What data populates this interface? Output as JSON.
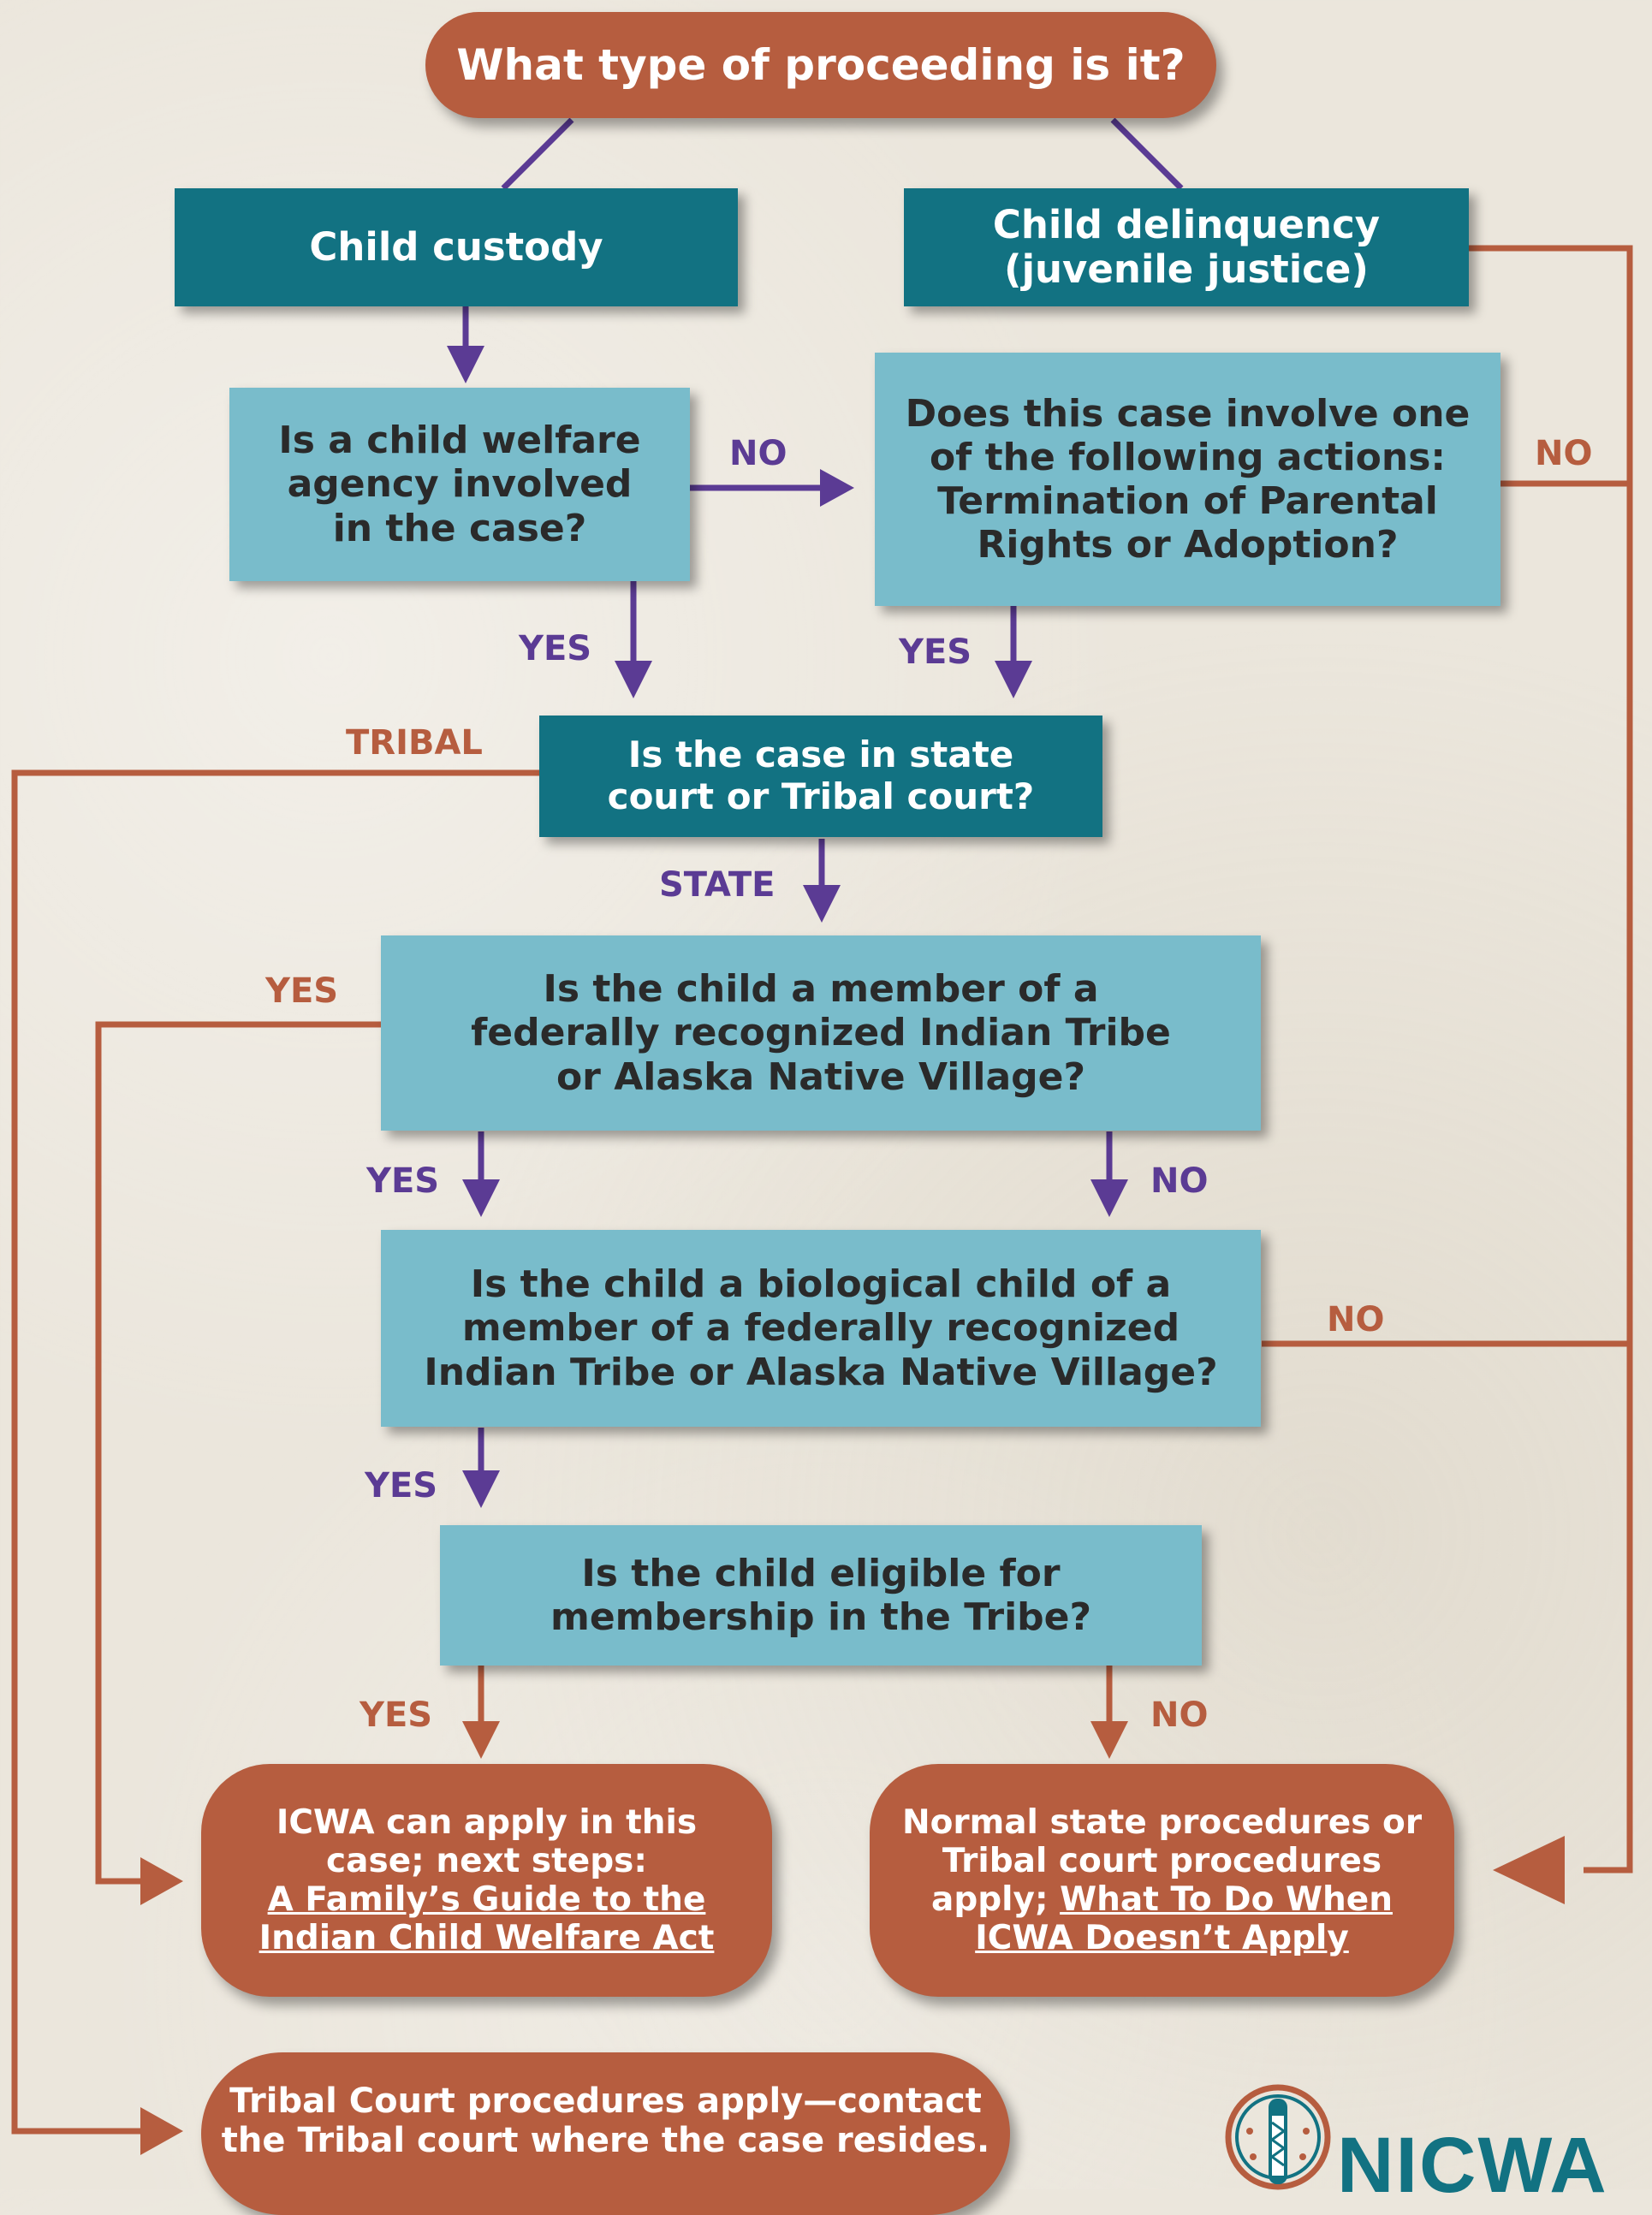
{
  "nodes": {
    "start": "What type of proceeding is it?",
    "custody": "Child custody",
    "delinquency": "Child delinquency\n(juvenile justice)",
    "welfare": "Is a child welfare\nagency involved\nin the case?",
    "actions": "Does this case involve one\nof the following actions:\nTermination of Parental\nRights or Adoption?",
    "court": "Is the case in state\ncourt or Tribal court?",
    "member": "Is the child a member of a\nfederally recognized Indian Tribe\nor Alaska Native Village?",
    "biological": "Is the child a biological child of a\nmember of a federally recognized\nIndian Tribe or Alaska Native Village?",
    "eligible": "Is the child eligible for\nmembership in the Tribe?",
    "icwa_applies": {
      "text": "ICWA can apply in this\ncase; next steps:",
      "link": "A Family’s Guide to the\nIndian Child Welfare Act"
    },
    "normal": {
      "text": "Normal state procedures or\nTribal court procedures\napply;",
      "link": "What To Do When\nICWA Doesn’t Apply"
    },
    "tribal_court": "Tribal Court procedures apply—contact\nthe Tribal court where the case resides."
  },
  "labels": {
    "welfare_no": "NO",
    "delinquency_no": "NO",
    "welfare_yes": "YES",
    "actions_yes": "YES",
    "court_tribal": "TRIBAL",
    "court_state": "STATE",
    "member_yes_left": "YES",
    "member_yes": "YES",
    "member_no": "NO",
    "biological_no": "NO",
    "biological_yes": "YES",
    "eligible_yes": "YES",
    "eligible_no": "NO"
  },
  "logo": {
    "text": "NICWA",
    "icon": "nicwa-emblem-icon"
  },
  "colors": {
    "dark_teal": "#127282",
    "light_teal": "#79bccb",
    "rust": "#b65d3f",
    "purple": "#5b3b94",
    "background": "#ebe6dc"
  }
}
